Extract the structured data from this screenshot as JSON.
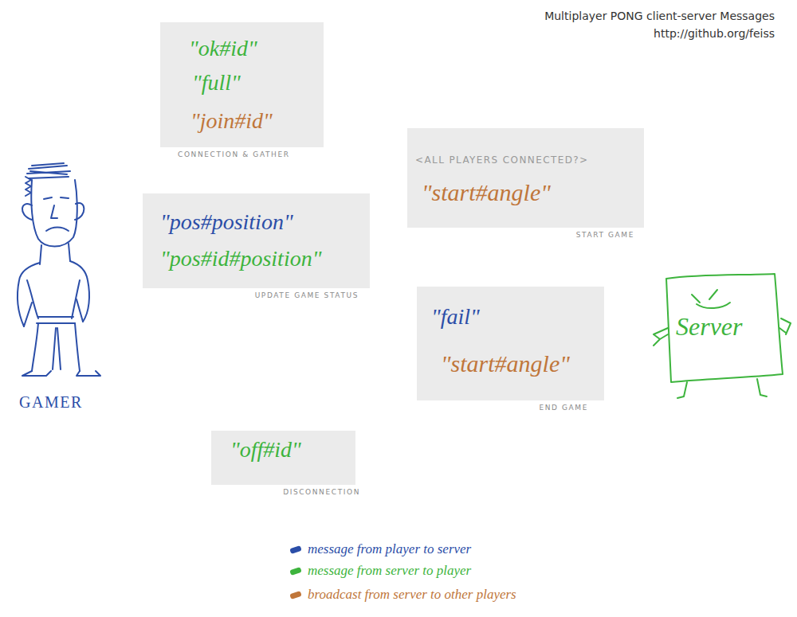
{
  "diagram": {
    "title": "Multiplayer PONG client-server Messages",
    "nodes": [
      {
        "text": [
          "\"ok#id\"",
          "\"full\"",
          "\"join#id\"",
          "CONNECTION & GATHER"
        ]
      },
      {
        "text": [
          "<ALL PLAYERS CONNECTED?>",
          "\"start#angle\"",
          "START GAME"
        ]
      },
      {
        "text": [
          "\"pos#position\"",
          "\"pos#id#position\"",
          "UPDATE GAME STATUS"
        ]
      },
      {
        "text": [
          "\"fail\"",
          "\"start#angle\"",
          "END GAME"
        ]
      },
      {
        "text": [
          "\"off#id\"",
          "DISCONNECTION"
        ]
      }
    ],
    "labels": [
      "http://github.org/feiss",
      "GAMER",
      "Server"
    ],
    "legend": [
      {
        "text": "message from player to server",
        "color": "#2b4ea8"
      },
      {
        "text": "message from server to player",
        "color": "#3db43d"
      },
      {
        "text": "broadcast from server to other players",
        "color": "#c0763a"
      }
    ]
  }
}
